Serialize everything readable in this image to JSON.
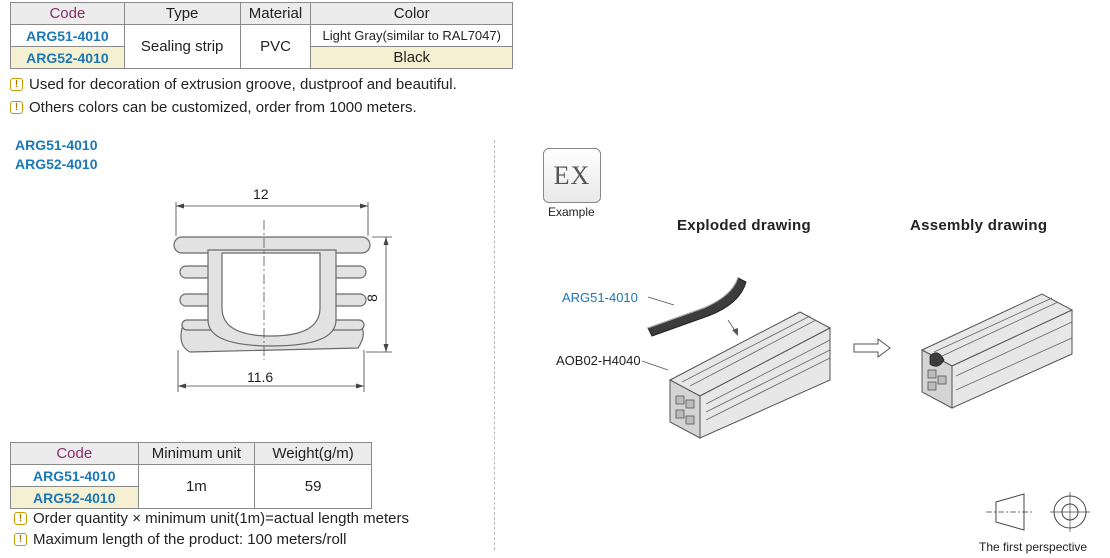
{
  "top_table": {
    "headers": [
      "Code",
      "Type",
      "Material",
      "Color"
    ],
    "rows": [
      {
        "code": "ARG51-4010",
        "color": "Light Gray(similar to RAL7047)"
      },
      {
        "code": "ARG52-4010",
        "color": "Black"
      }
    ],
    "type": "Sealing strip",
    "material": "PVC"
  },
  "notes_top": [
    "Used for decoration of extrusion groove, dustproof and beautiful.",
    "Others colors can be customized, order from 1000 meters."
  ],
  "drawing": {
    "codes": [
      "ARG51-4010",
      "ARG52-4010"
    ],
    "dim_width_top": "12",
    "dim_width_bottom": "11.6",
    "dim_height": "8"
  },
  "bottom_table": {
    "headers": [
      "Code",
      "Minimum unit",
      "Weight(g/m)"
    ],
    "codes": [
      "ARG51-4010",
      "ARG52-4010"
    ],
    "min_unit": "1m",
    "weight": "59"
  },
  "notes_bottom": [
    "Order quantity × minimum unit(1m)=actual length meters",
    "Maximum length of the product: 100 meters/roll"
  ],
  "example": {
    "badge": "EX",
    "badge_label": "Example",
    "exploded_title": "Exploded drawing",
    "assembly_title": "Assembly drawing",
    "strip_label": "ARG51-4010",
    "profile_label": "AOB02-H4040",
    "perspective_label": "The first perspective"
  },
  "colors": {
    "code_blue": "#1a78b8",
    "header_magenta": "#8a2e6e",
    "highlight_row": "#f6f0d2",
    "warn_icon": "#c79a00"
  }
}
